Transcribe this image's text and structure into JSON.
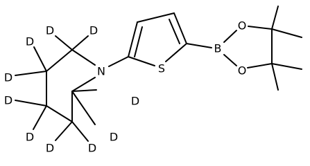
{
  "molecule": {
    "ring_atoms": {
      "nitrogen": "N",
      "sulfur": "S",
      "boron": "B",
      "oxygen_upper": "O",
      "oxygen_lower": "O"
    },
    "deuterium_labels": [
      "D",
      "D",
      "D",
      "D",
      "D",
      "D",
      "D",
      "D",
      "D",
      "D"
    ]
  },
  "colors": {
    "background": "#ffffff",
    "ink": "#000000"
  }
}
